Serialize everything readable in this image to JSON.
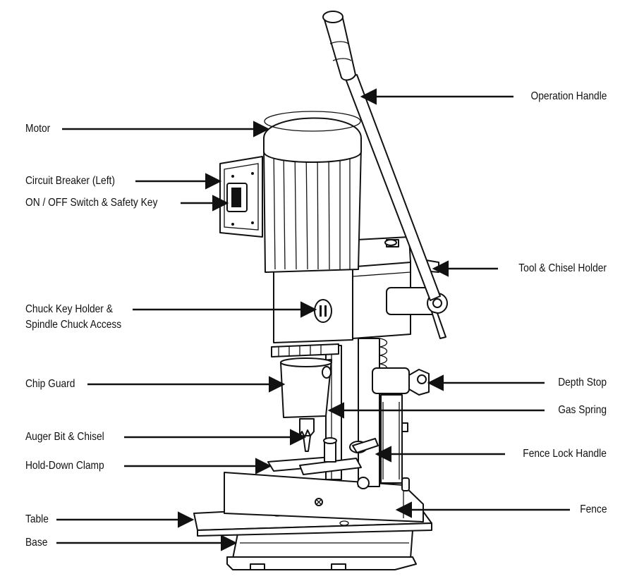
{
  "labels": {
    "operation_handle": "Operation Handle",
    "motor": "Motor",
    "circuit_breaker": "Circuit Breaker (Left)",
    "on_off_switch": "ON / OFF Switch & Safety Key",
    "tool_chisel_holder": "Tool & Chisel Holder",
    "chuck_key_line1": "Chuck Key Holder &",
    "chuck_key_line2": "Spindle Chuck Access",
    "chip_guard": "Chip Guard",
    "depth_stop": "Depth Stop",
    "gas_spring": "Gas Spring",
    "auger_bit": "Auger Bit & Chisel",
    "fence_lock_handle": "Fence Lock Handle",
    "hold_down_clamp": "Hold-Down Clamp",
    "fence": "Fence",
    "table": "Table",
    "base": "Base"
  }
}
